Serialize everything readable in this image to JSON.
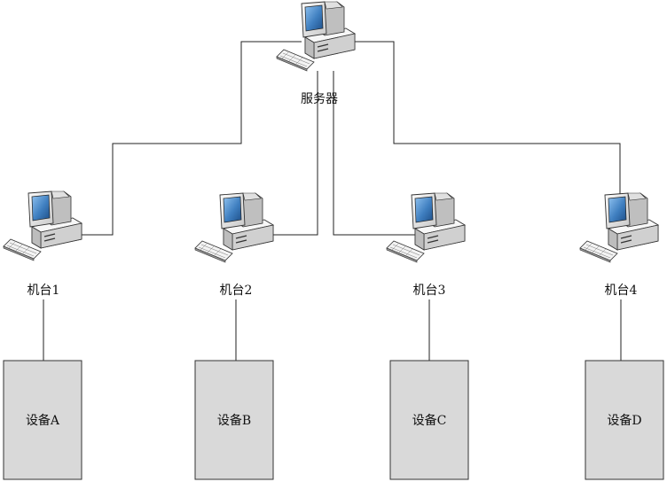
{
  "diagram": {
    "server": {
      "label": "服务器",
      "icon": "workstation-icon"
    },
    "machines": [
      {
        "label": "机台1",
        "icon": "workstation-icon"
      },
      {
        "label": "机台2",
        "icon": "workstation-icon"
      },
      {
        "label": "机台3",
        "icon": "workstation-icon"
      },
      {
        "label": "机台4",
        "icon": "workstation-icon"
      }
    ],
    "devices": [
      {
        "label": "设备A"
      },
      {
        "label": "设备B"
      },
      {
        "label": "设备C"
      },
      {
        "label": "设备D"
      }
    ],
    "colors": {
      "line": "#222222",
      "device_fill": "#d9d9d9",
      "monitor_body": "#e6e6e6",
      "screen": "#4a86c5",
      "shadow": "#9a9a9a"
    }
  }
}
